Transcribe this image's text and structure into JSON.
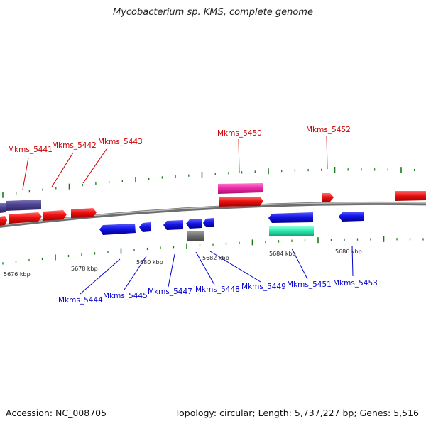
{
  "title": "Mycobacterium sp. KMS, complete genome",
  "footer": {
    "accession": "Accession: NC_008705",
    "stats": "Topology: circular; Length: 5,737,227 bp; Genes: 5,516"
  },
  "colors": {
    "forward_label": "#cc0000",
    "reverse_label": "#0000cc",
    "tick": "#1a7a1a",
    "backbone": "#888888"
  },
  "kbp_labels": [
    "5676 kbp",
    "5678 kbp",
    "5680 kbp",
    "5682 kbp",
    "5684 kbp",
    "5686 kbp"
  ],
  "forward_genes": [
    "Mkms_5441",
    "Mkms_5442",
    "Mkms_5443",
    "Mkms_5450",
    "Mkms_5452"
  ],
  "reverse_genes": [
    "Mkms_5444",
    "Mkms_5445",
    "Mkms_5447",
    "Mkms_5448",
    "Mkms_5449",
    "Mkms_5451",
    "Mkms_5453"
  ]
}
